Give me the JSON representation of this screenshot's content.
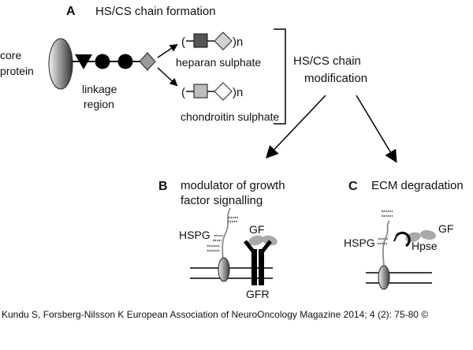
{
  "panel_a": {
    "letter": "A",
    "title": "HS/CS chain formation",
    "core_protein": [
      "core",
      "protein"
    ],
    "linkage_region": [
      "linkage",
      "region"
    ],
    "repeat_open": "(",
    "repeat_n": ")n",
    "heparan_sulphate": "heparan sulphate",
    "chondroitin_sulphate": "chondroitin sulphate",
    "modification": [
      "HS/CS chain",
      "modification"
    ]
  },
  "panel_b": {
    "letter": "B",
    "title": [
      "modulator of growth",
      "factor signalling"
    ],
    "hspg": "HSPG",
    "gf": "GF",
    "gfr": "GFR"
  },
  "panel_c": {
    "letter": "C",
    "title": "ECM degradation",
    "gf": "GF",
    "hspg": "HSPG",
    "hpse": "Hpse"
  },
  "citation": "Kundu S, Forsberg-Nilsson K European Association of NeuroOncology Magazine 2014; 4 (2): 75-80 ©"
}
